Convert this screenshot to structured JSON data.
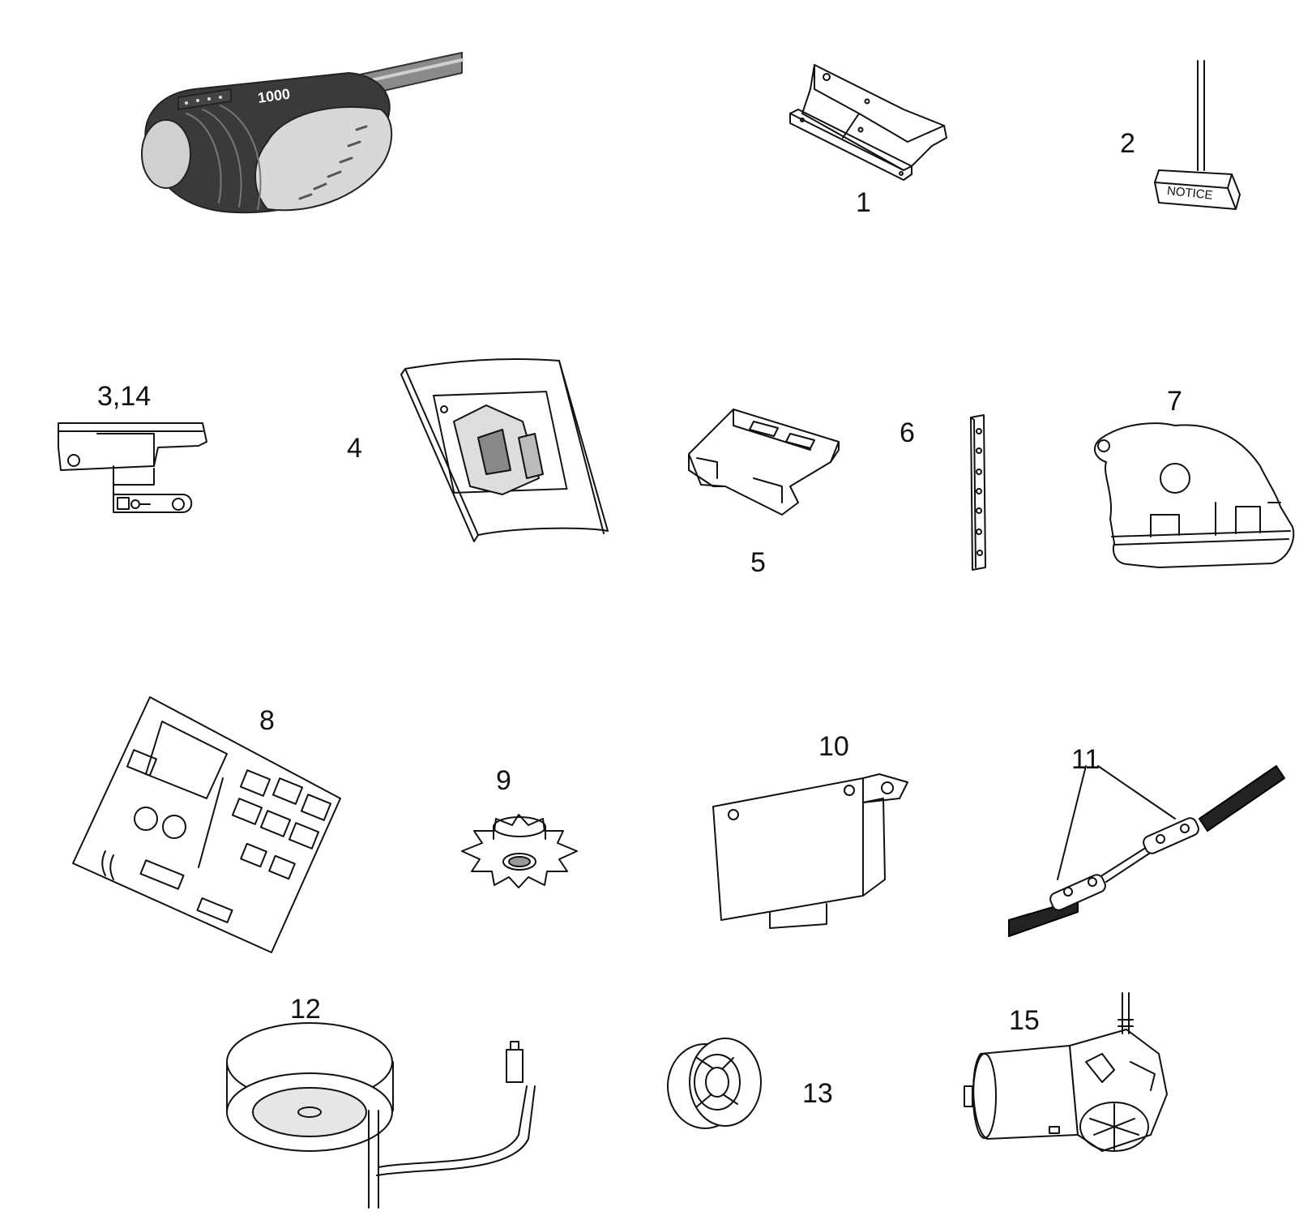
{
  "opener_badge": "1000",
  "notice_tag": "NOTICE",
  "part_labels": {
    "p1": "1",
    "p2": "2",
    "p3_14": "3,14",
    "p4": "4",
    "p5": "5",
    "p6": "6",
    "p7": "7",
    "p8": "8",
    "p9": "9",
    "p10": "10",
    "p11": "11",
    "p12": "12",
    "p13": "13",
    "p15": "15"
  },
  "colors": {
    "line": "#111111",
    "body_dark": "#3a3a3a",
    "cover_light": "#d8d8d8"
  }
}
